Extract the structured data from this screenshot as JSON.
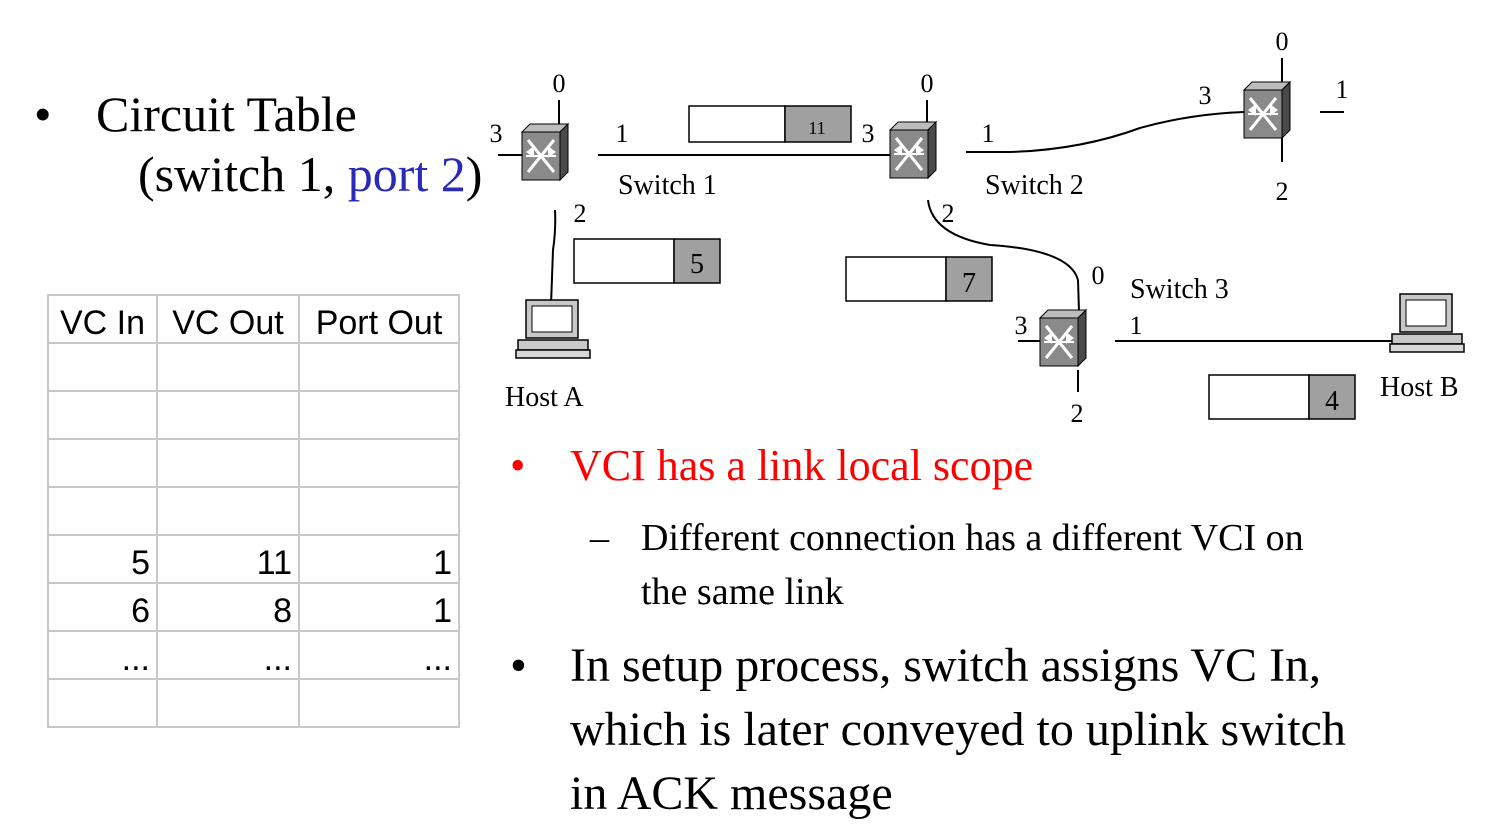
{
  "circuit_table": {
    "bullet": "•",
    "title_line1": "Circuit Table",
    "title_line2_open": "(switch 1, ",
    "title_line2_port": "port 2",
    "title_line2_close": ")",
    "headers": [
      "VC In",
      "VC Out",
      "Port Out"
    ],
    "rows": [
      [
        "",
        "",
        ""
      ],
      [
        "",
        "",
        ""
      ],
      [
        "",
        "",
        ""
      ],
      [
        "",
        "",
        ""
      ],
      [
        "5",
        "11",
        "1"
      ],
      [
        "6",
        "8",
        "1"
      ],
      [
        "...",
        "...",
        "..."
      ],
      [
        "",
        "",
        ""
      ]
    ]
  },
  "diagram": {
    "switch1": {
      "label": "Switch 1",
      "ports": [
        "0",
        "1",
        "2",
        "3"
      ]
    },
    "switch2": {
      "label": "Switch 2",
      "ports": [
        "0",
        "1",
        "2",
        "3"
      ]
    },
    "switch3": {
      "label": "Switch 3",
      "ports": [
        "0",
        "1",
        "2",
        "3"
      ]
    },
    "switch4": {
      "ports": [
        "0",
        "1",
        "2",
        "3"
      ]
    },
    "host_a": "Host A",
    "host_b": "Host B",
    "packets": {
      "s1_s2": "11",
      "hostA_s1": "5",
      "s2_s3": "7",
      "s3_hostB": "4"
    }
  },
  "bullets": {
    "vci_scope": {
      "marker": "•",
      "text": "VCI has a link local scope",
      "color": "#ff0000"
    },
    "vci_sub": {
      "marker": "–",
      "line1": "Different connection has a different VCI on",
      "line2": "the same link"
    },
    "setup": {
      "marker": "•",
      "line1": "In setup process, switch assigns VC In,",
      "line2": "which is later conveyed to uplink switch",
      "line3": "in ACK message"
    }
  },
  "colors": {
    "accent_blue": "#2a2ab8",
    "red": "#ff0000",
    "switch_gray": "#808080",
    "vci_box_gray": "#a0a0a0"
  }
}
